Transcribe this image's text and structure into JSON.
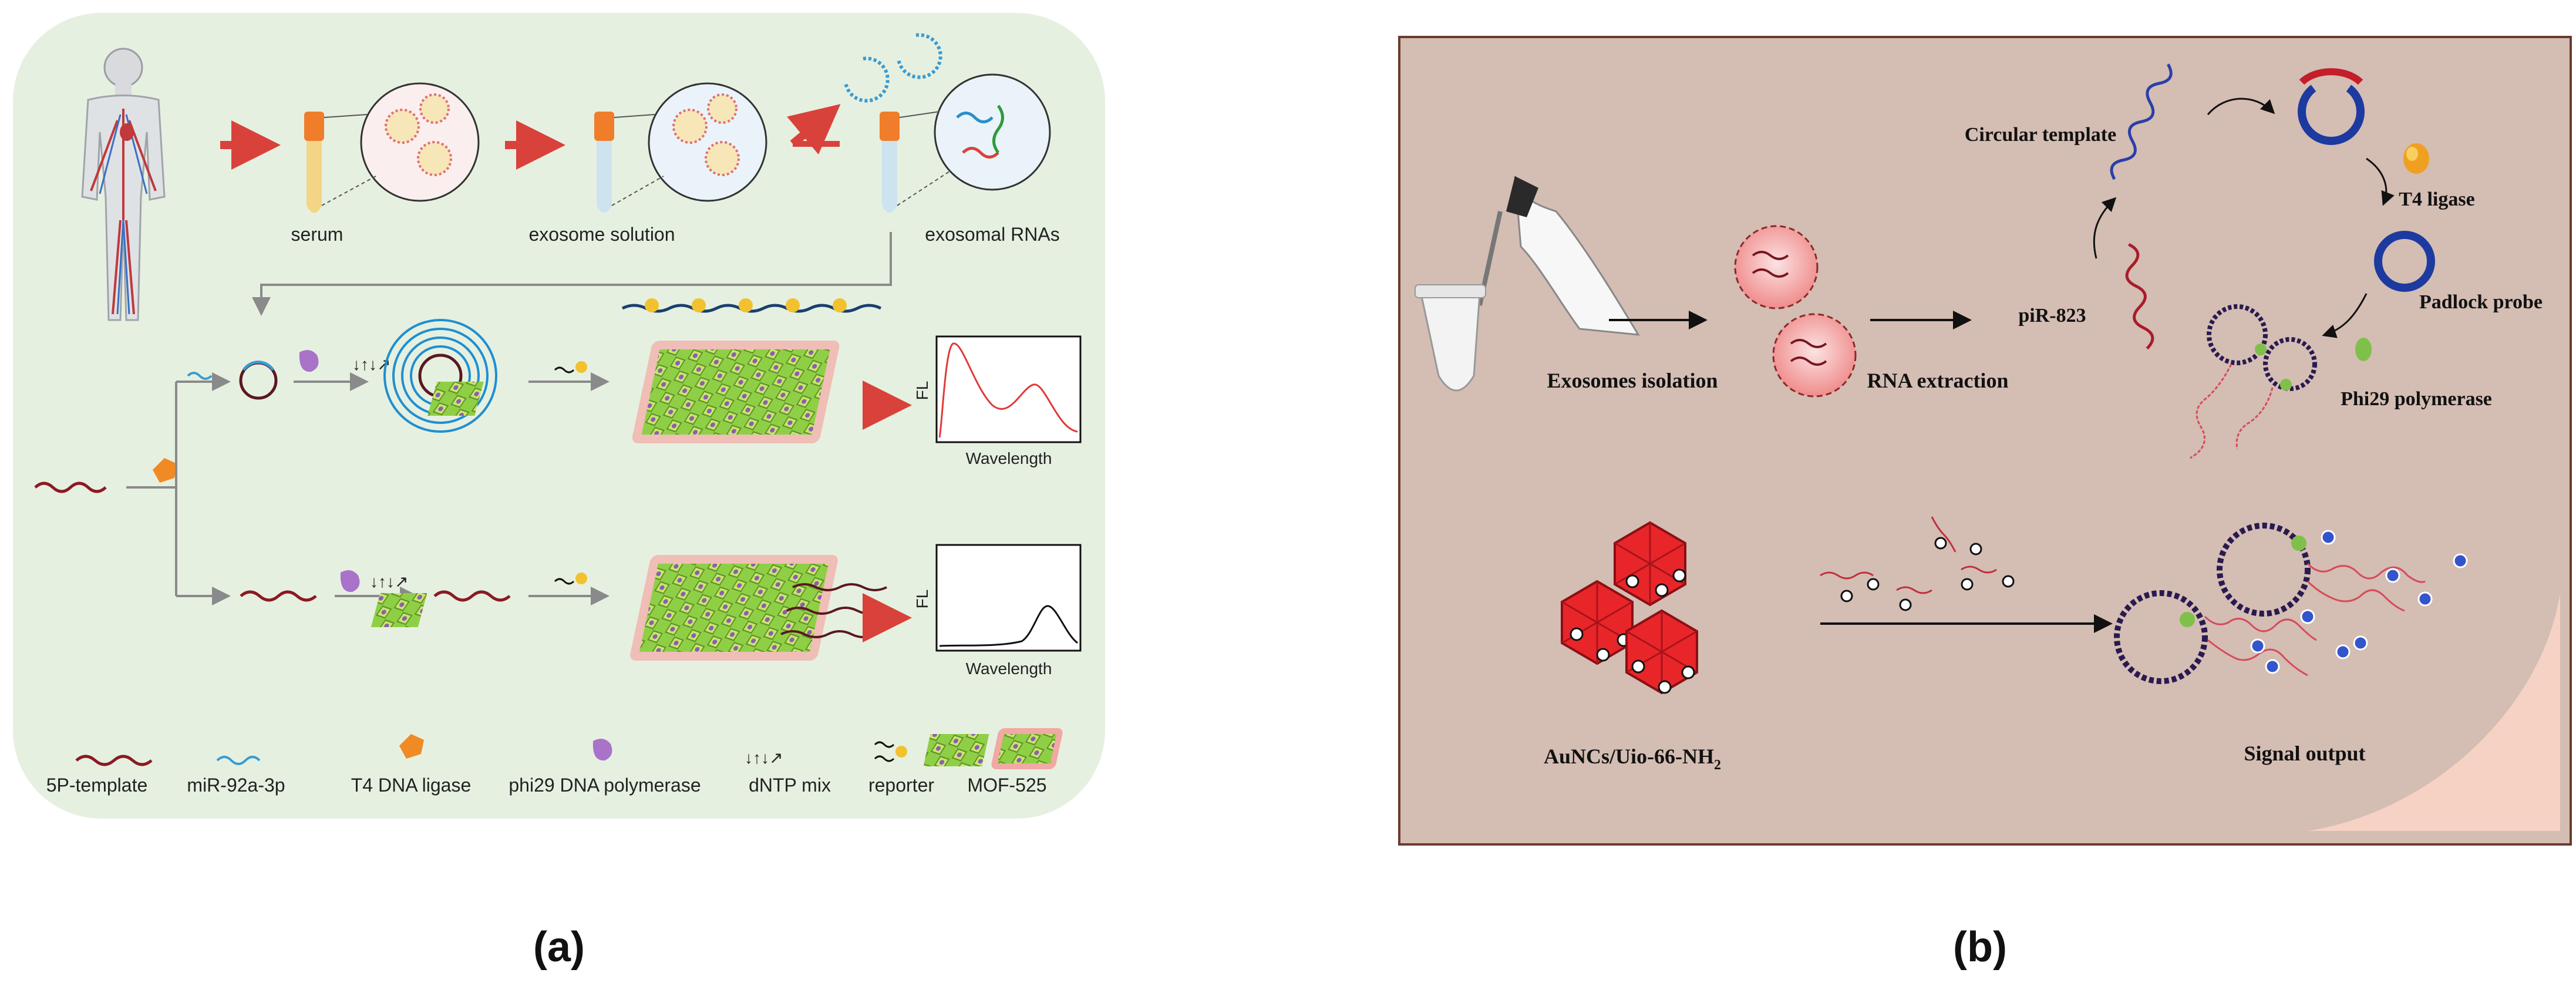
{
  "panel_a": {
    "caption": "(a)",
    "labels": {
      "serum": "serum",
      "exosome_solution": "exosome solution",
      "exosomal_rnas": "exosomal RNAs",
      "fl_axis": "FL",
      "wavelength": "Wavelength"
    },
    "legend": {
      "template": "5P-template",
      "mirna": "miR-92a-3p",
      "ligase": "T4 DNA ligase",
      "polymerase": "phi29 DNA polymerase",
      "dntp": "dNTP mix",
      "reporter": "reporter",
      "mof": "MOF-525"
    }
  },
  "panel_b": {
    "caption": "(b)",
    "labels": {
      "exosomes_isolation": "Exosomes isolation",
      "rna_extraction": "RNA extraction",
      "pir": "piR-823",
      "circular_template": "Circular template",
      "t4_ligase": "T4 ligase",
      "padlock_probe": "Padlock probe",
      "phi29": "Phi29 polymerase",
      "aunc_main": "AuNCs/Uio-66-NH",
      "aunc_sub": "2",
      "signal_output": "Signal output"
    }
  },
  "colors": {
    "panel_a_bg": "#e6f0e1",
    "panel_b_bg": "#d4bdb3",
    "arrow_red": "#d9423a",
    "template_red": "#8b1a22",
    "rca_blue": "#1f63b5",
    "mof_green": "#7fbf3a"
  }
}
